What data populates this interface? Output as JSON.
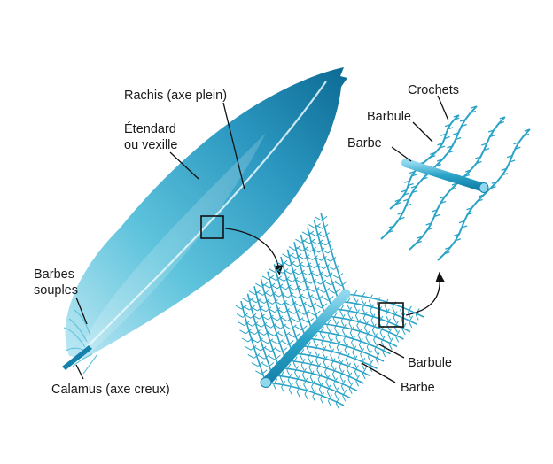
{
  "labels": {
    "rachis": "Rachis (axe plein)",
    "etendard_line1": "Étendard",
    "etendard_line2": "ou vexille",
    "barbes_line1": "Barbes",
    "barbes_line2": "souples",
    "calamus": "Calamus (axe creux)",
    "crochets": "Crochets",
    "barbule_top": "Barbule",
    "barbe_top": "Barbe",
    "barbule_bottom": "Barbule",
    "barbe_bottom": "Barbe"
  },
  "colors": {
    "feather_light": "#9fdced",
    "feather_mid": "#3eb3cf",
    "feather_dark": "#0e6f95",
    "structure": "#2aa3c7",
    "structure_dark": "#1582ab",
    "ink": "#111111"
  }
}
